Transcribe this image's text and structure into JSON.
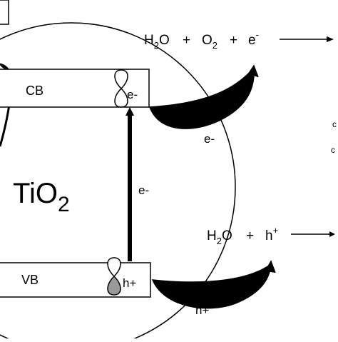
{
  "diagram": {
    "material": {
      "main": "TiO",
      "sub": "2"
    },
    "bands": {
      "conduction": "CB",
      "valence": "VB"
    },
    "carriers": {
      "cb_electron": "e-",
      "vb_hole": "h+",
      "excitation": "e-",
      "migrating_electron": "e-",
      "migrating_hole": "h+"
    },
    "reduction_equation": {
      "h2o": "H",
      "h2o_sub": "2",
      "h2o_o": "O",
      "plus1": "+",
      "o2": "O",
      "o2_sub": "2",
      "plus2": "+",
      "e": "e",
      "e_sup": "-"
    },
    "oxidation_equation": {
      "h2o": "H",
      "h2o_sub": "2",
      "h2o_o": "O",
      "plus": "+",
      "h": "h",
      "h_sup": "+"
    },
    "edge_fragments": [
      "c",
      "c"
    ]
  },
  "colors": {
    "line": "#000000",
    "fill": "#000000",
    "orbital_hole": "#999999",
    "background": "#ffffff"
  }
}
